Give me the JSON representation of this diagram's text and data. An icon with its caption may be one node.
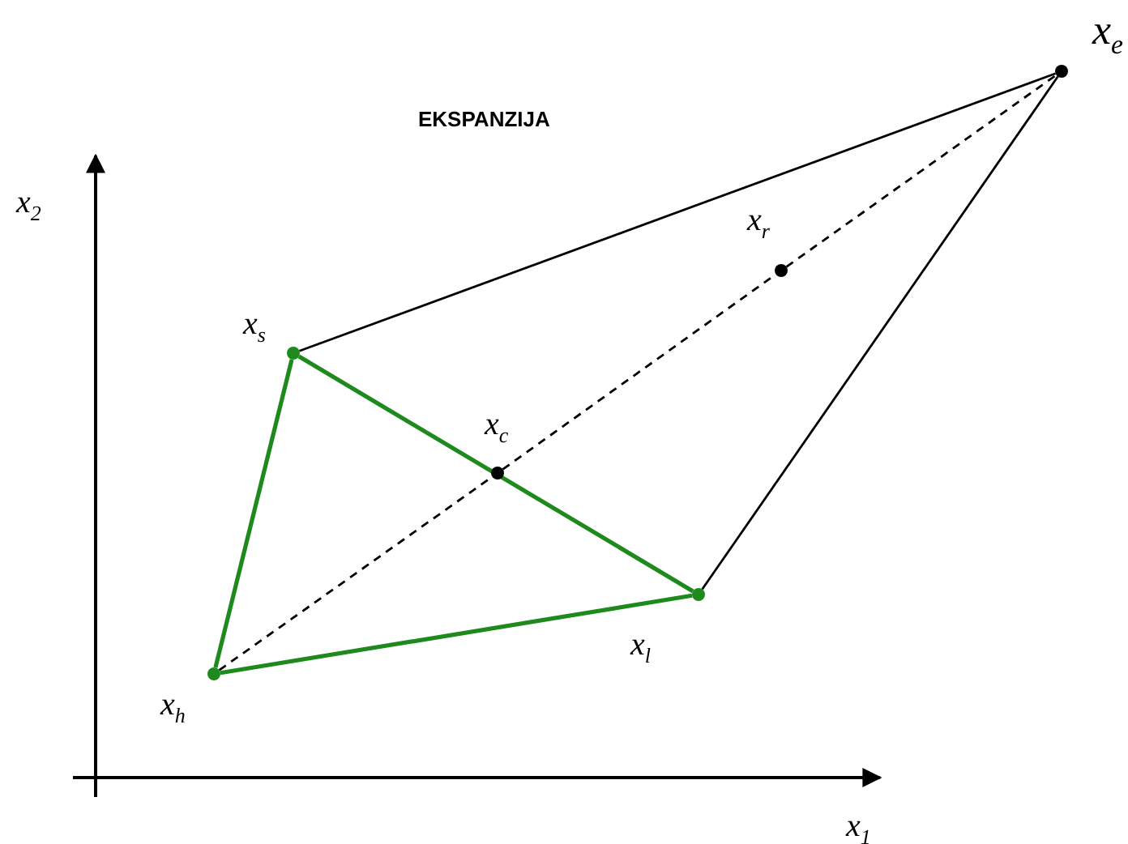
{
  "diagram": {
    "title": "EKSPANZIJA",
    "nodes": [
      {
        "text": [],
        "shape": "circle",
        "beside": [
          "x$_{e}$"
        ]
      },
      {
        "text": [],
        "shape": "circle",
        "beside": [
          "x$_{r}$"
        ]
      },
      {
        "text": [],
        "shape": "circle",
        "beside": [
          "x$_{s}$"
        ]
      },
      {
        "text": [],
        "shape": "circle",
        "beside": [
          "x$_{c}$"
        ]
      },
      {
        "text": [],
        "shape": "circle",
        "beside": [
          "x$_{l}$"
        ]
      },
      {
        "text": [],
        "shape": "circle",
        "beside": [
          "x$_{h}$"
        ]
      }
    ],
    "edges": [
      {
        "from": 2,
        "to": 4,
        "arrow": "none",
        "color": "#1e8a1e"
      },
      {
        "from": 4,
        "to": 5,
        "arrow": "none",
        "color": "#1e8a1e"
      },
      {
        "from": 5,
        "to": 2,
        "arrow": "none",
        "color": "#1e8a1e"
      },
      {
        "from": 2,
        "to": 0,
        "arrow": "none"
      },
      {
        "from": 4,
        "to": 0,
        "arrow": "none"
      },
      {
        "from": 5,
        "to": 3,
        "arrow": "none",
        "style": "dashed"
      },
      {
        "from": 3,
        "to": 1,
        "arrow": "none",
        "style": "dashed"
      },
      {
        "from": 1,
        "to": 0,
        "arrow": "none",
        "style": "dashed"
      }
    ],
    "labels": [
      "x$_{2}$",
      "x$_{1}$"
    ]
  }
}
